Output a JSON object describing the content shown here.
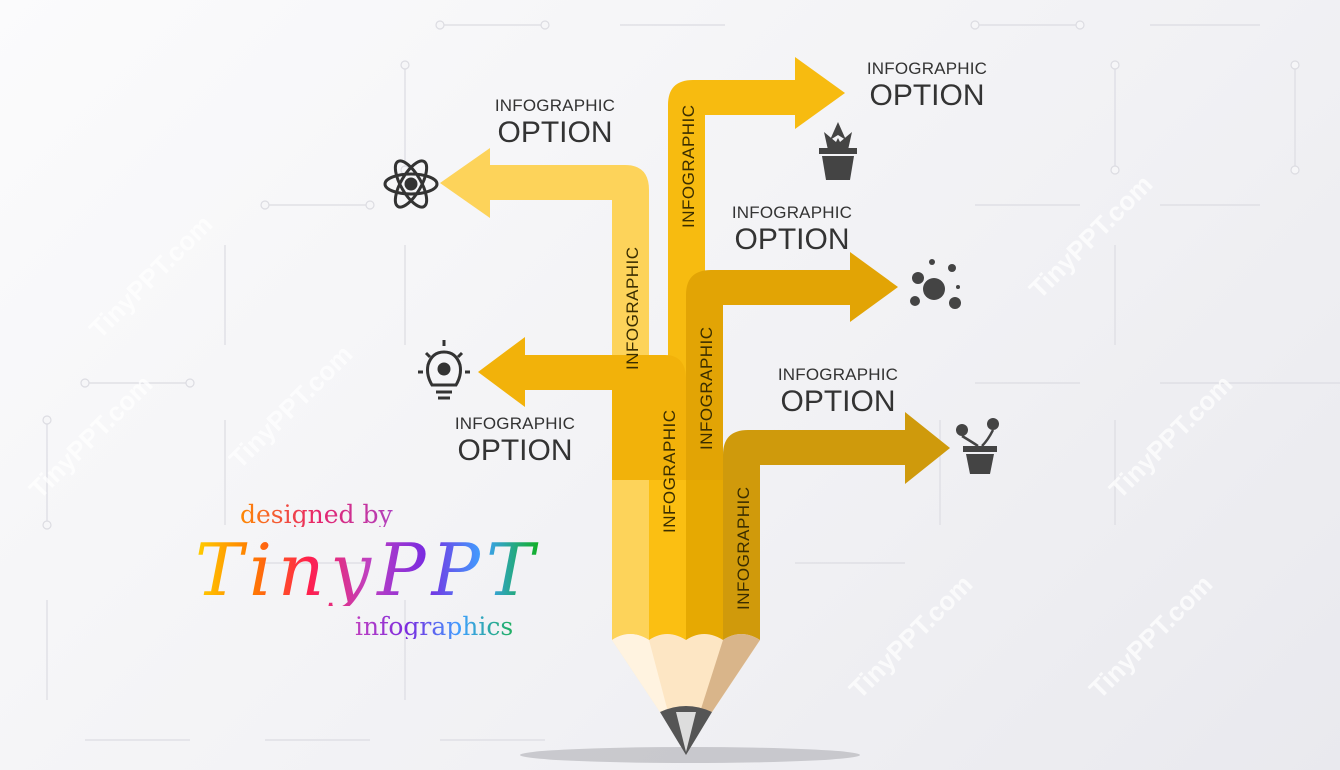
{
  "branches": [
    {
      "small": "INFOGRAPHIC",
      "big": "OPTION",
      "icon": "atom-icon",
      "direction": "left",
      "vertical_label": "INFOGRAPHIC"
    },
    {
      "small": "INFOGRAPHIC",
      "big": "OPTION",
      "icon": "potted-plant-icon",
      "direction": "right",
      "vertical_label": "INFOGRAPHIC"
    },
    {
      "small": "INFOGRAPHIC",
      "big": "OPTION",
      "icon": "bubbles-icon",
      "direction": "right",
      "vertical_label": "INFOGRAPHIC"
    },
    {
      "small": "INFOGRAPHIC",
      "big": "OPTION",
      "icon": "lightbulb-gear-icon",
      "direction": "left",
      "vertical_label": "INFOGRAPHIC"
    },
    {
      "small": "INFOGRAPHIC",
      "big": "OPTION",
      "icon": "flower-pot-icon",
      "direction": "right",
      "vertical_label": "INFOGRAPHIC"
    }
  ],
  "watermark": "TinyPPT.com",
  "logo": {
    "top": "designed by",
    "main": "TinyPPT",
    "bottom": "infographics"
  },
  "colors": {
    "strip1": "#fdd35a",
    "strip2": "#fcc012",
    "strip3": "#e8aa00",
    "strip4": "#d19b0b",
    "text": "#333333"
  }
}
